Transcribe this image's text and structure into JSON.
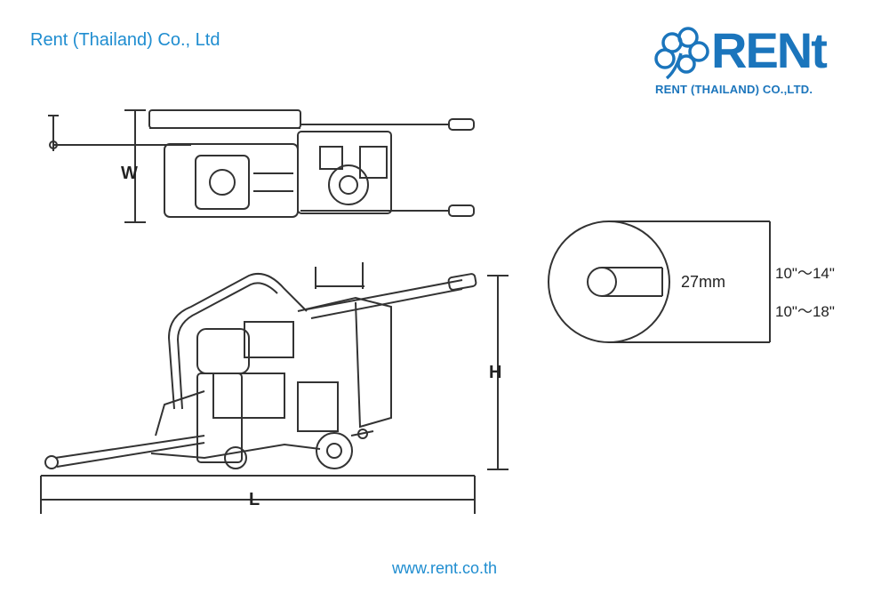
{
  "header": {
    "company_name": "Rent (Thailand) Co., Ltd",
    "logo_word": "RENt",
    "logo_subtitle": "RENT (THAILAND) CO.,LTD."
  },
  "drawing": {
    "width_label": "W",
    "height_label": "H",
    "length_label": "L",
    "bore_label": "27mm",
    "blade_size_1": "10\"～14\"",
    "blade_size_2": "10\"～18\""
  },
  "footer": {
    "url": "www.rent.co.th"
  },
  "colors": {
    "brand_blue": "#1b75bc",
    "text_blue": "#1f8dd0"
  }
}
